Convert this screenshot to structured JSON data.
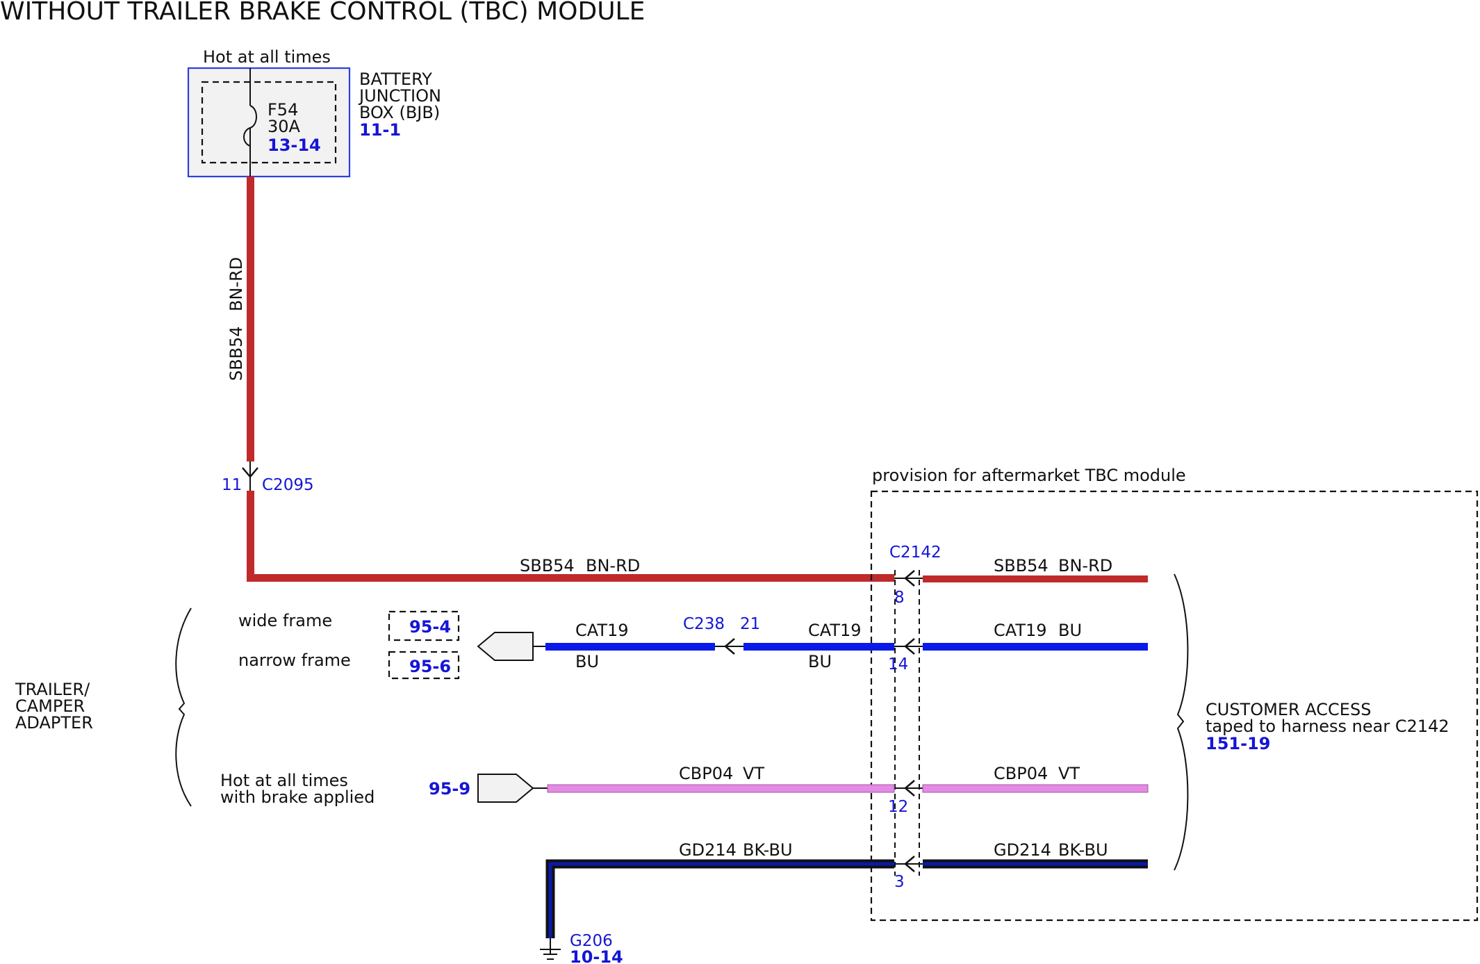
{
  "title": "WITHOUT TRAILER BRAKE CONTROL (TBC) MODULE",
  "colors": {
    "bn_rd": "#c02a2a",
    "bu": "#0a1ae8",
    "vt": "#e58ae5",
    "bk_bu": "#0a1aa8",
    "ref": "#1515d6",
    "bjb_border": "#2c3fe0",
    "bjb_fill": "#f2f2f2"
  },
  "bjb": {
    "hot_label": "Hot at all times",
    "name_lines": [
      "BATTERY",
      "JUNCTION",
      "BOX (BJB)"
    ],
    "ref": "11-1",
    "fuse": {
      "name": "F54",
      "rating": "30A",
      "ref": "13-14"
    }
  },
  "vertical_wire": {
    "circuit": "SBB54",
    "color_code": "BN-RD"
  },
  "c2095": {
    "pin": "11",
    "name": "C2095"
  },
  "aftermarket_label": "provision for aftermarket TBC module",
  "c2142": {
    "name": "C2142"
  },
  "wires": {
    "sbb54_left": {
      "circuit": "SBB54",
      "color_code": "BN-RD"
    },
    "sbb54_right": {
      "circuit": "SBB54",
      "color_code": "BN-RD"
    },
    "pin_8": "8",
    "cat19_far": {
      "circuit": "CAT19",
      "color_code": "BU"
    },
    "c238": {
      "name": "C238",
      "pin": "21"
    },
    "cat19_mid": {
      "circuit": "CAT19",
      "color_code": "BU"
    },
    "cat19_right": {
      "circuit": "CAT19",
      "color_code": "BU"
    },
    "pin_14": "14",
    "cbp04_left": {
      "circuit": "CBP04",
      "color_code": "VT"
    },
    "cbp04_right": {
      "circuit": "CBP04",
      "color_code": "VT"
    },
    "pin_12": "12",
    "gd214_left": {
      "circuit": "GD214",
      "color_code": "BK-BU"
    },
    "gd214_right": {
      "circuit": "GD214",
      "color_code": "BK-BU"
    },
    "pin_3": "3"
  },
  "trailer_adapter": {
    "label_lines": [
      "TRAILER/",
      "CAMPER",
      "ADAPTER"
    ],
    "wide_frame": {
      "label": "wide frame",
      "ref": "95-4"
    },
    "narrow_frame": {
      "label": "narrow frame",
      "ref": "95-6"
    },
    "brake": {
      "label_lines": [
        "Hot at all times",
        "with brake applied"
      ],
      "ref": "95-9"
    }
  },
  "customer_access": {
    "lines": [
      "CUSTOMER ACCESS",
      "taped to harness near C2142"
    ],
    "ref": "151-19"
  },
  "ground": {
    "name": "G206",
    "ref": "10-14"
  }
}
